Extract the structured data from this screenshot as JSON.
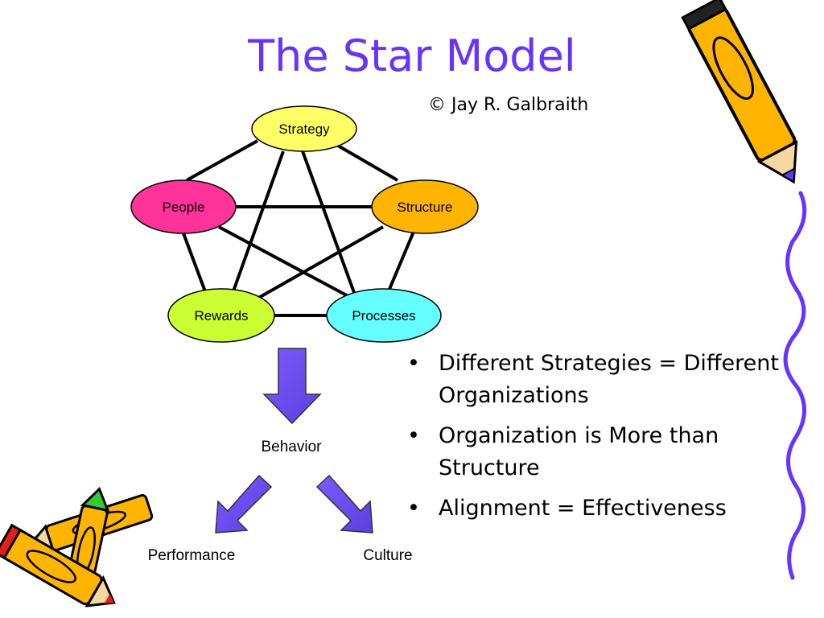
{
  "slide": {
    "title": "The Star Model",
    "copyright": "© Jay R. Galbraith"
  },
  "star": {
    "nodes": [
      {
        "id": "strategy",
        "label": "Strategy",
        "color": "#ffff66"
      },
      {
        "id": "people",
        "label": "People",
        "color": "#ff3399"
      },
      {
        "id": "structure",
        "label": "Structure",
        "color": "#ffb400"
      },
      {
        "id": "rewards",
        "label": "Rewards",
        "color": "#ccff33"
      },
      {
        "id": "processes",
        "label": "Processes",
        "color": "#66ffff"
      }
    ]
  },
  "flow": {
    "behavior": "Behavior",
    "performance": "Performance",
    "culture": "Culture",
    "arrow_color": "#7a5cff"
  },
  "bullets": [
    "Different Strategies = Different Organizations",
    "Organization is More than Structure",
    "Alignment = Effectiveness"
  ],
  "decor": {
    "accent_color": "#6633ff",
    "pencil_color": "#ffb400"
  }
}
